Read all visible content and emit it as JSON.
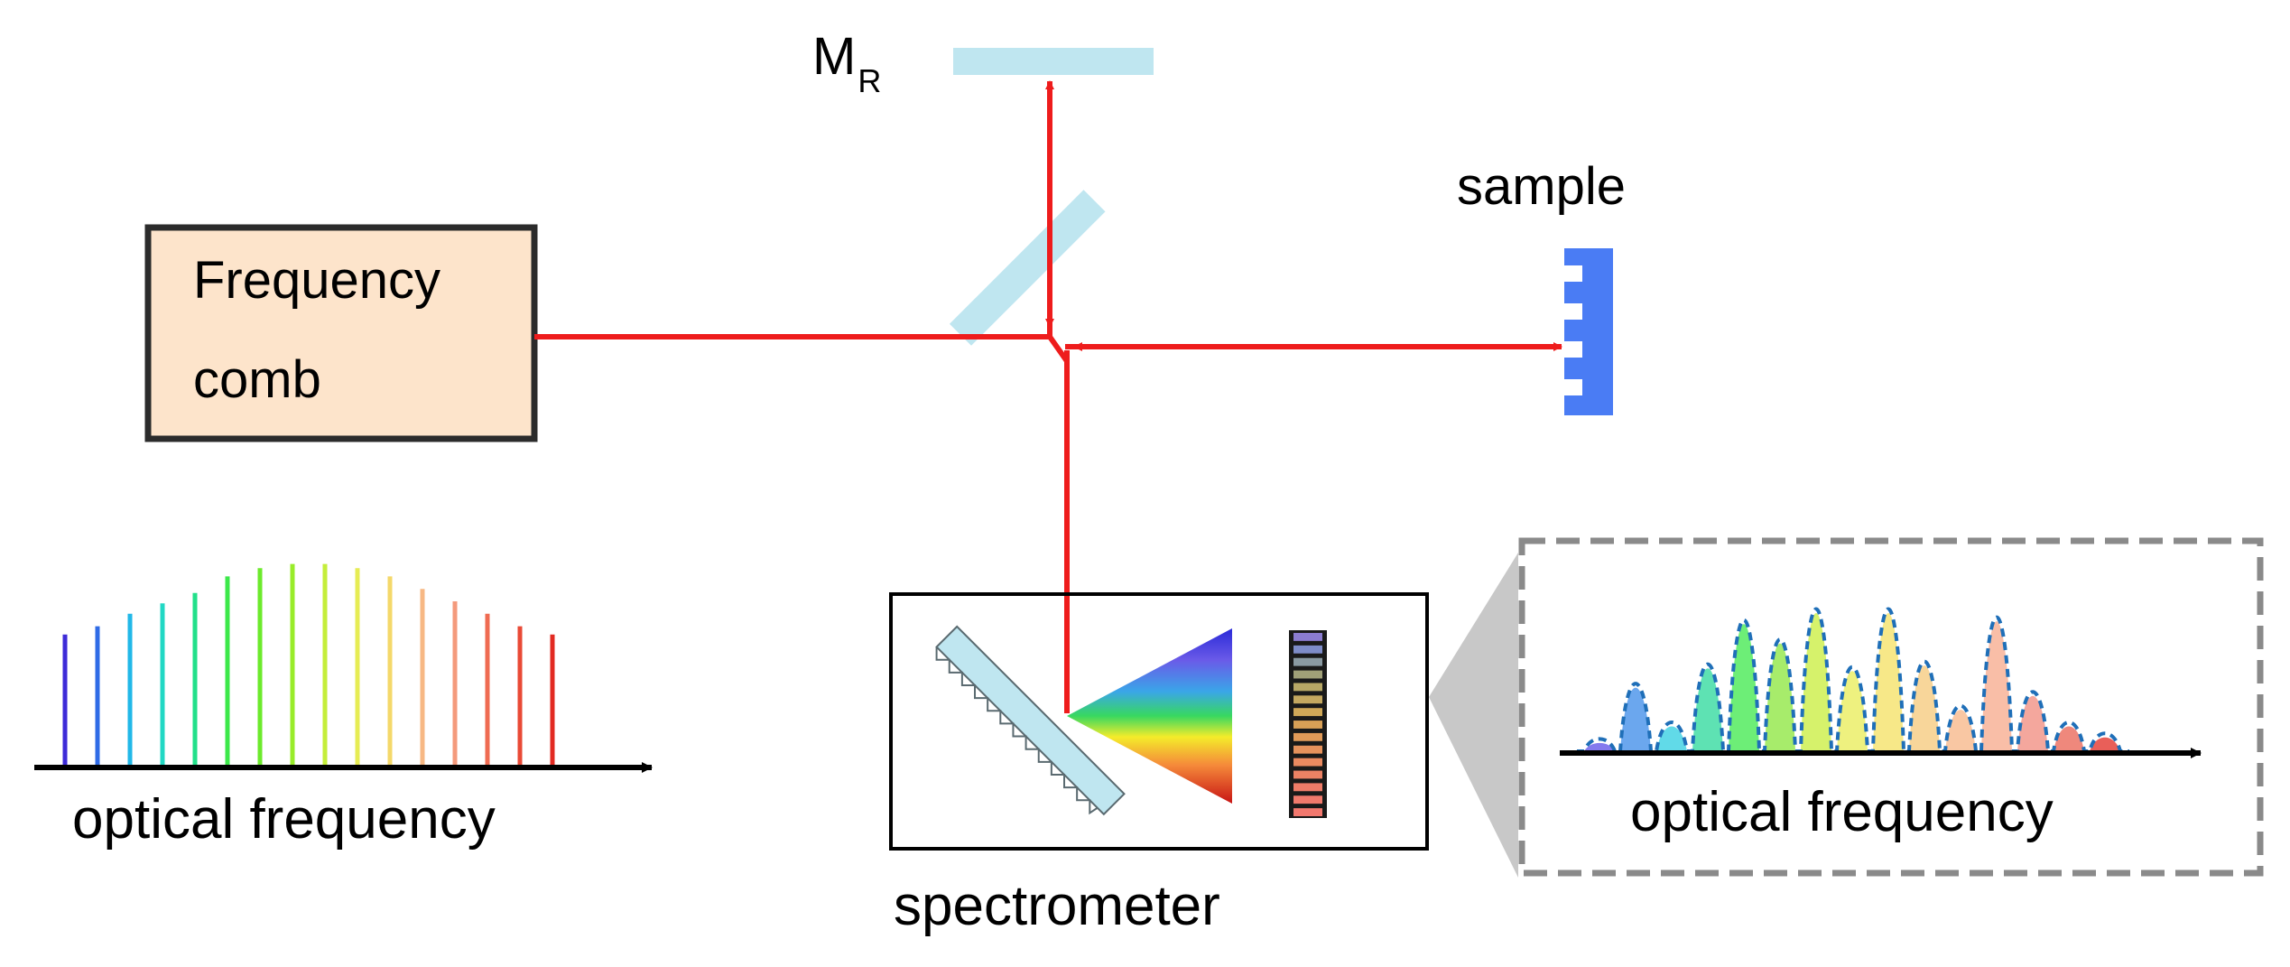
{
  "labels": {
    "mirror_main": "M",
    "mirror_sub": "R",
    "sample": "sample",
    "source_line1": "Frequency",
    "source_line2": "comb",
    "spectrometer": "spectrometer",
    "axis_left": "optical frequency",
    "axis_right": "optical frequency"
  },
  "colors": {
    "beam": "#ee1c1c",
    "mirror": "#bfe6f0",
    "sample": "#4a7cf4",
    "source_fill": "#fde4cb",
    "dashed_box": "#8a8a8a",
    "interference_trace": "#1f6fb8"
  },
  "comb_spectrum": {
    "type": "stem",
    "relative_heights": [
      0.64,
      0.68,
      0.74,
      0.79,
      0.84,
      0.92,
      0.96,
      0.98,
      0.98,
      0.96,
      0.92,
      0.86,
      0.8,
      0.74,
      0.68,
      0.64
    ],
    "colors": [
      "#3d2bd8",
      "#2f6be6",
      "#22b8e8",
      "#21d8c4",
      "#22e08a",
      "#3ce84a",
      "#6cea2c",
      "#98ec2a",
      "#c4ee3a",
      "#e6ec54",
      "#f4d86a",
      "#f7b884",
      "#f49a7c",
      "#ef6b52",
      "#e94a36",
      "#e22a22"
    ]
  },
  "interference_spectrum": {
    "type": "fringes",
    "peaks": [
      {
        "rel_height": 0.06,
        "color": "#5b4ee8"
      },
      {
        "rel_height": 0.46,
        "color": "#3a8ae8"
      },
      {
        "rel_height": 0.18,
        "color": "#2ccde0"
      },
      {
        "rel_height": 0.6,
        "color": "#28d89a"
      },
      {
        "rel_height": 0.92,
        "color": "#3ce84a"
      },
      {
        "rel_height": 0.78,
        "color": "#8ae63a"
      },
      {
        "rel_height": 1.0,
        "color": "#c8ee3a"
      },
      {
        "rel_height": 0.58,
        "color": "#e8ec54"
      },
      {
        "rel_height": 1.0,
        "color": "#f4e060"
      },
      {
        "rel_height": 0.62,
        "color": "#f6c878"
      },
      {
        "rel_height": 0.3,
        "color": "#f7b484"
      },
      {
        "rel_height": 0.94,
        "color": "#f7a88a"
      },
      {
        "rel_height": 0.4,
        "color": "#f08a7c"
      },
      {
        "rel_height": 0.18,
        "color": "#e96050"
      },
      {
        "rel_height": 0.1,
        "color": "#e22a22"
      }
    ]
  },
  "detector_stripes": [
    "#8b7cd0",
    "#7e8cc8",
    "#8a9aa2",
    "#a0a078",
    "#b8a866",
    "#c4a860",
    "#d0a858",
    "#d8a056",
    "#e09a58",
    "#e6925c",
    "#ea8a60",
    "#ec8264",
    "#ee7c68",
    "#f07a6c",
    "#f2786e"
  ]
}
